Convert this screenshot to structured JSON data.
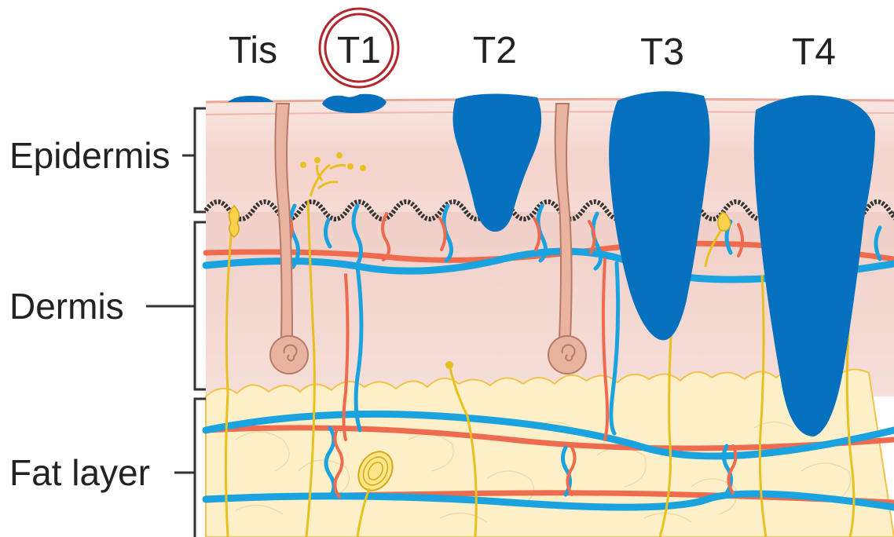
{
  "stages": [
    {
      "label": "Tis",
      "highlighted": false
    },
    {
      "label": "T1",
      "highlighted": true
    },
    {
      "label": "T2",
      "highlighted": false
    },
    {
      "label": "T3",
      "highlighted": false
    },
    {
      "label": "T4",
      "highlighted": false
    }
  ],
  "layers": [
    {
      "label": "Epidermis"
    },
    {
      "label": "Dermis"
    },
    {
      "label": "Fat layer"
    }
  ],
  "colors": {
    "tumor": "#0570bd",
    "vein": "#1aa3de",
    "artery": "#ef6b4f",
    "nerve": "#e8c020",
    "epidermis": "#f6dcd6",
    "dermis": "#f3d6d0",
    "fat": "#fdf0c8",
    "highlight_ring": "#b3262b"
  }
}
